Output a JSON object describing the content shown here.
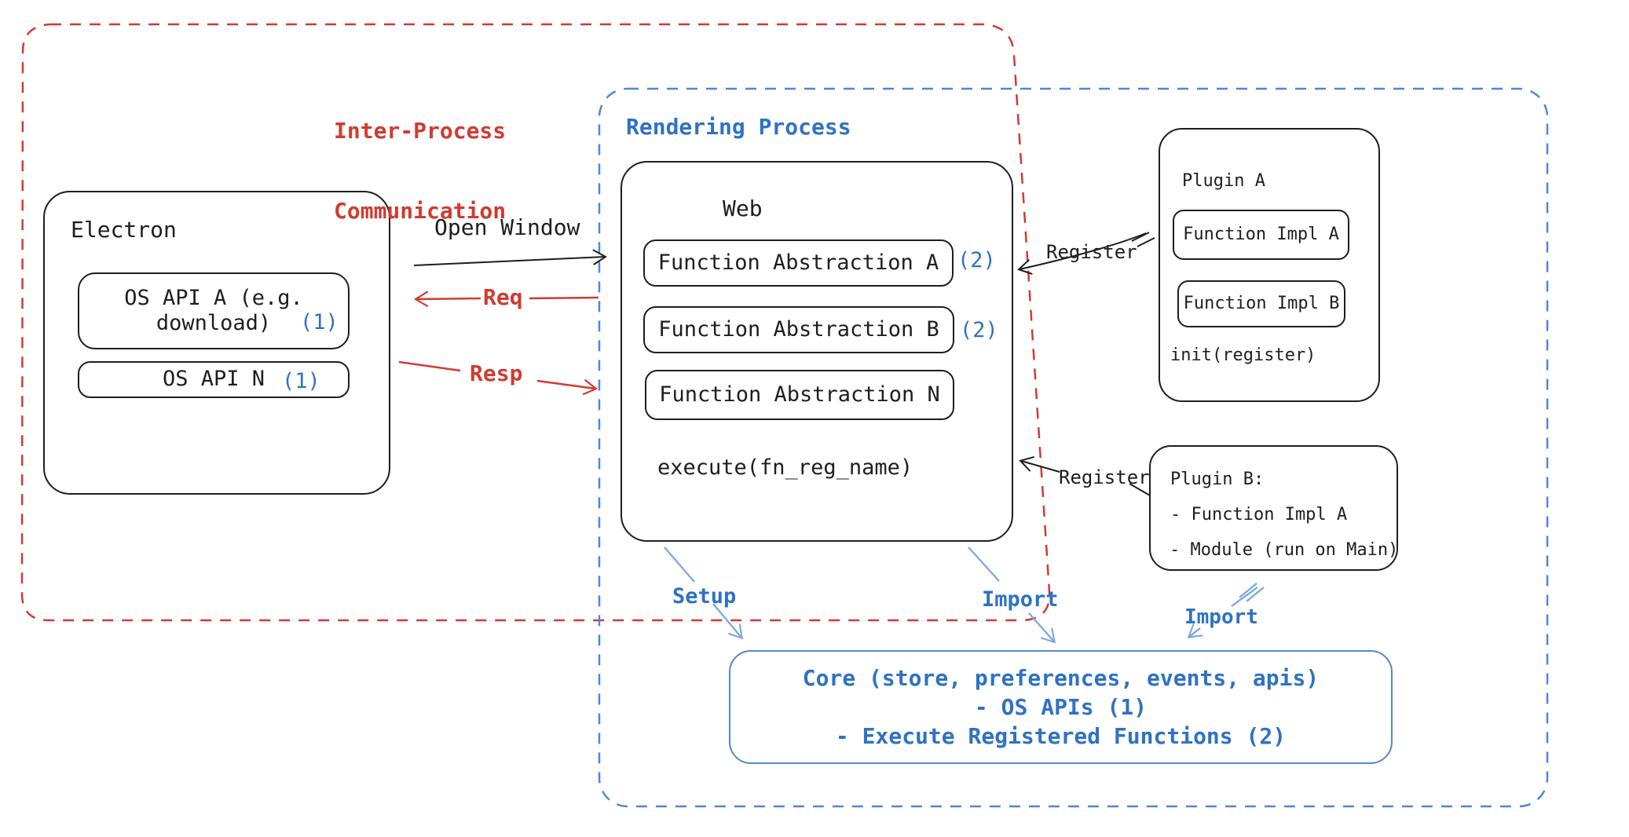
{
  "regions": {
    "ipc": {
      "title_line1": "Inter-Process",
      "title_line2": "Communication"
    },
    "rendering": {
      "title": "Rendering Process"
    }
  },
  "electron": {
    "title": "Electron",
    "os_api_a": {
      "line1": "OS API A (e.g.",
      "line2": "download)",
      "ref": "(1)"
    },
    "os_api_n": {
      "label": "OS API N",
      "ref": "(1)"
    }
  },
  "web": {
    "title": "Web",
    "fn_a": {
      "label": "Function Abstraction A",
      "ref": "(2)"
    },
    "fn_b": {
      "label": "Function Abstraction B",
      "ref": "(2)"
    },
    "fn_n": {
      "label": "Function Abstraction N"
    },
    "execute": "execute(fn_reg_name)"
  },
  "plugin_a": {
    "title": "Plugin A",
    "impl_a": "Function Impl A",
    "impl_b": "Function Impl B",
    "init": "init(register)"
  },
  "plugin_b": {
    "title": "Plugin B:",
    "item1": "- Function Impl A",
    "item2": "- Module (run on Main)"
  },
  "core": {
    "line1": "Core (store, preferences, events, apis)",
    "line2": "- OS APIs (1)",
    "line3": "- Execute Registered Functions (2)"
  },
  "labels": {
    "open_window": "Open Window",
    "req": "Req",
    "resp": "Resp",
    "register_a": "Register",
    "register_b": "Register",
    "setup": "Setup",
    "import_web": "Import",
    "import_plugin": "Import"
  },
  "colors": {
    "ink": "#1e1e1e",
    "red": "#d13b31",
    "blue": "#2f72c4",
    "light_blue": "#7ea9e4",
    "dashed_blue": "#4d87d8"
  }
}
